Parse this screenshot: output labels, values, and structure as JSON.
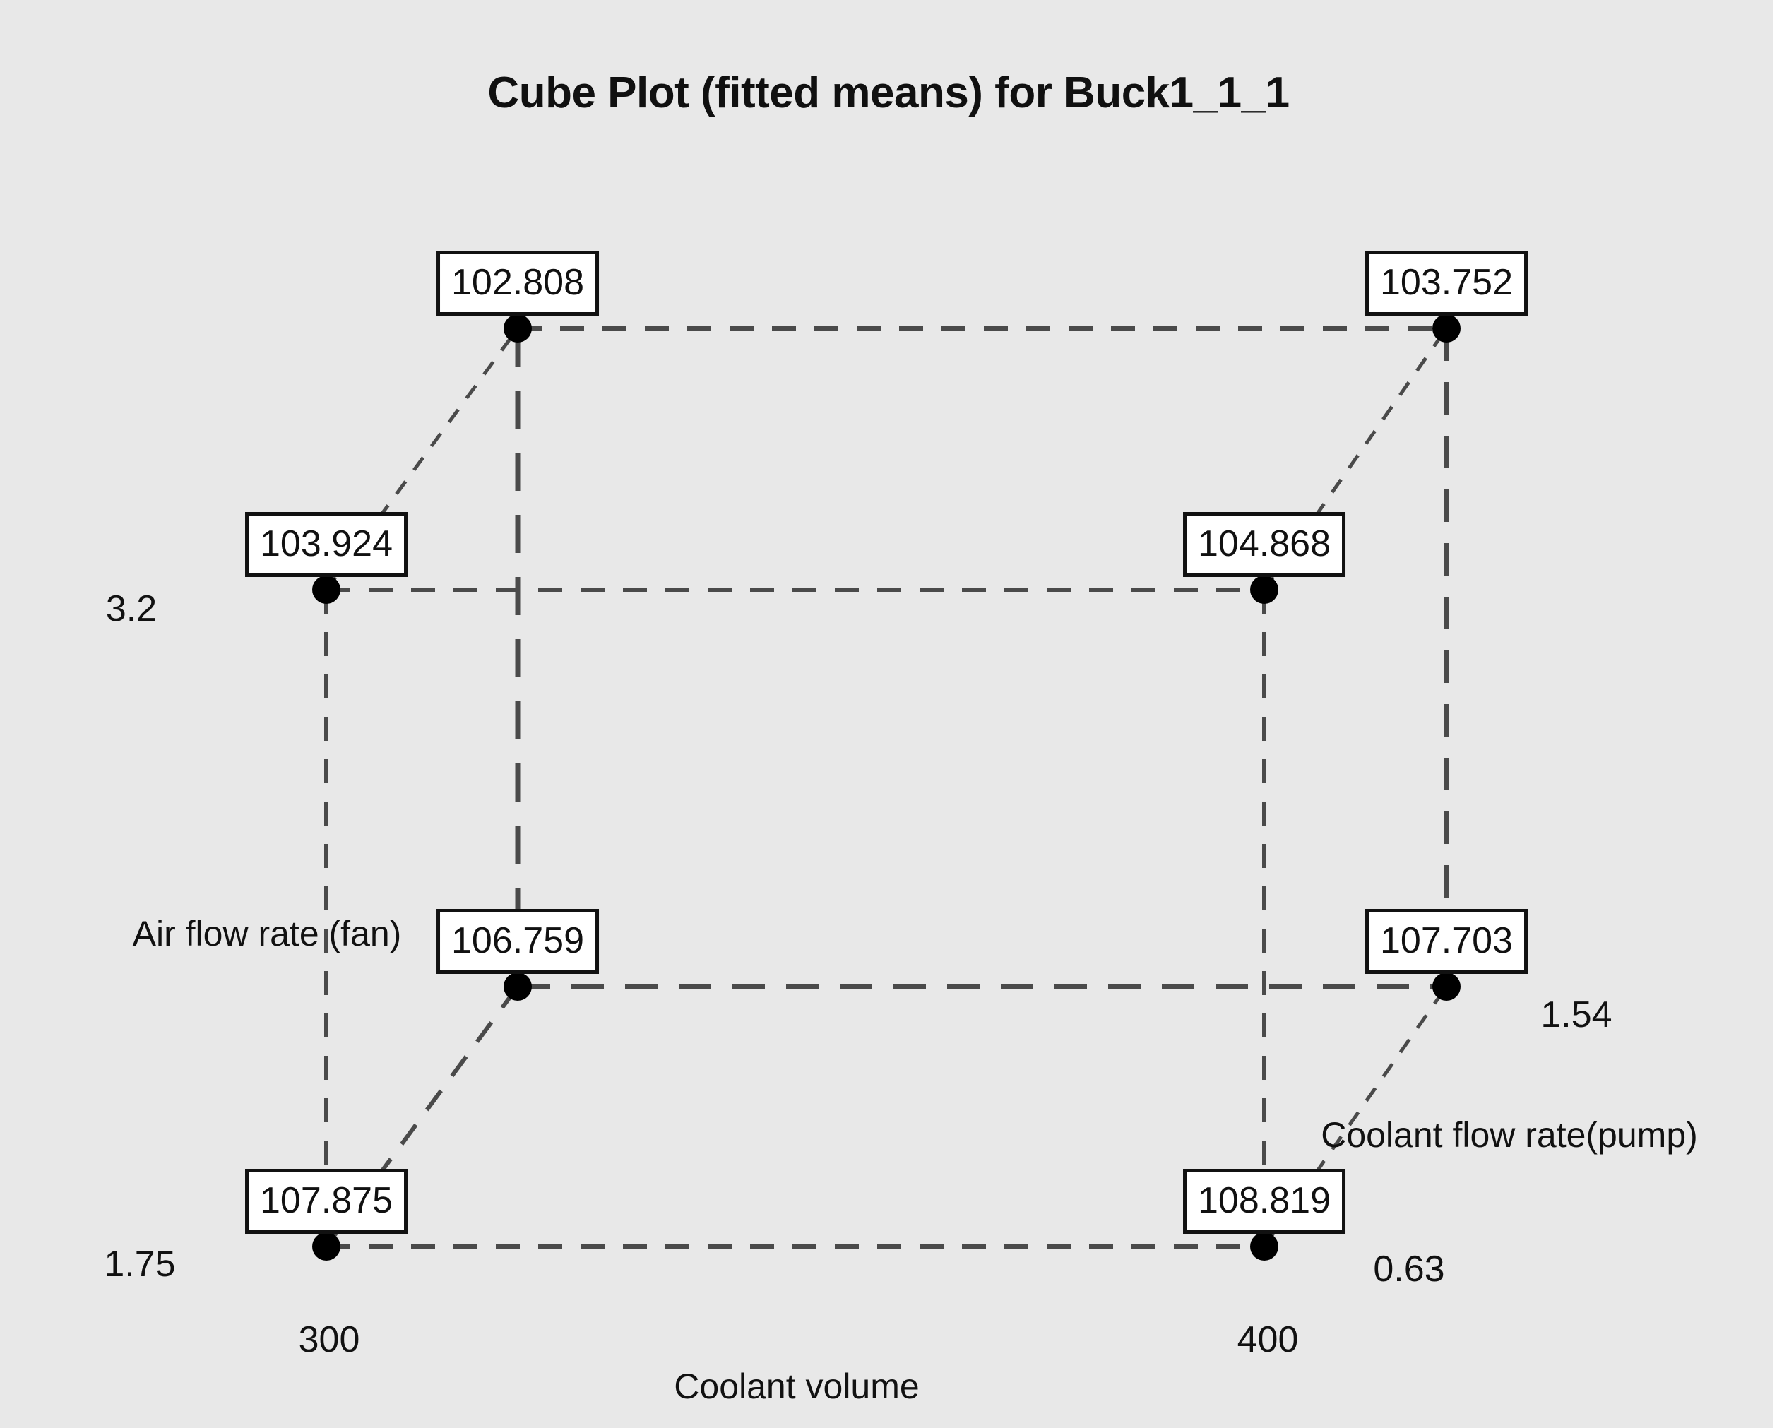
{
  "title": "Cube Plot (fitted means) for Buck1_1_1",
  "background_color": "#e8e8e8",
  "chart_data": {
    "type": "cube-plot",
    "title": "Cube Plot (fitted means) for Buck1_1_1",
    "response": "Buck1_1_1",
    "factors": [
      {
        "name": "Coolant volume",
        "axis": "x",
        "low": "300",
        "high": "400"
      },
      {
        "name": "Air flow rate (fan)",
        "axis": "y",
        "low": "1.75",
        "high": "3.2"
      },
      {
        "name": "Coolant flow rate(pump)",
        "axis": "z",
        "low": "0.63",
        "high": "1.54"
      }
    ],
    "corners": [
      {
        "id": "back-top-left",
        "x": "300",
        "y": "3.2",
        "z": "1.54",
        "value": 102.808,
        "label": "102.808"
      },
      {
        "id": "back-top-right",
        "x": "400",
        "y": "3.2",
        "z": "1.54",
        "value": 103.752,
        "label": "103.752"
      },
      {
        "id": "front-top-left",
        "x": "300",
        "y": "3.2",
        "z": "0.63",
        "value": 103.924,
        "label": "103.924"
      },
      {
        "id": "front-top-right",
        "x": "400",
        "y": "3.2",
        "z": "0.63",
        "value": 104.868,
        "label": "104.868"
      },
      {
        "id": "back-bottom-left",
        "x": "300",
        "y": "1.75",
        "z": "1.54",
        "value": 106.759,
        "label": "106.759"
      },
      {
        "id": "back-bottom-right",
        "x": "400",
        "y": "1.75",
        "z": "1.54",
        "value": 107.703,
        "label": "107.703"
      },
      {
        "id": "front-bottom-left",
        "x": "300",
        "y": "1.75",
        "z": "0.63",
        "value": 107.875,
        "label": "107.875"
      },
      {
        "id": "front-bottom-right",
        "x": "400",
        "y": "1.75",
        "z": "0.63",
        "value": 108.819,
        "label": "108.819"
      }
    ],
    "xlabel": "Coolant volume",
    "ylabel": "Air flow rate (fan)",
    "zlabel": "Coolant flow rate(pump)",
    "xticks": [
      "300",
      "400"
    ],
    "yticks": [
      "1.75",
      "3.2"
    ],
    "zticks": [
      "0.63",
      "1.54"
    ],
    "grid": false,
    "legend": "none",
    "line_style": "dashed",
    "marker": "filled-circle",
    "marker_color": "#000000",
    "line_color": "#4a4a4a"
  },
  "labels": {
    "v_102_808": "102.808",
    "v_103_752": "103.752",
    "v_103_924": "103.924",
    "v_104_868": "104.868",
    "v_106_759": "106.759",
    "v_107_703": "107.703",
    "v_107_875": "107.875",
    "v_108_819": "108.819"
  },
  "axes": {
    "x_label": "Coolant volume",
    "x_low": "300",
    "x_high": "400",
    "y_label": "Air flow rate (fan)",
    "y_low": "1.75",
    "y_high": "3.2",
    "z_label": "Coolant flow rate(pump)",
    "z_low": "0.63",
    "z_high": "1.54"
  }
}
